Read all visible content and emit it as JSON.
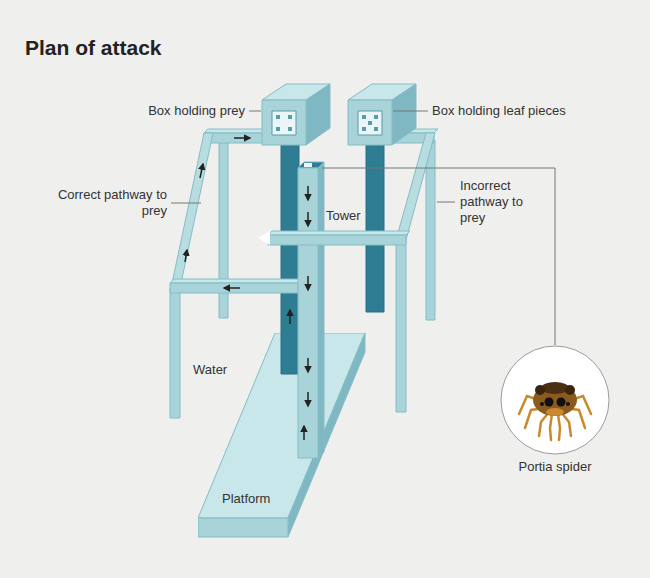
{
  "diagram": {
    "title": "Plan of attack",
    "nodes": [
      {
        "text": [
          "Platform"
        ]
      },
      {
        "text": [
          "Portia spider"
        ]
      }
    ],
    "labels": [
      "Box holding prey",
      "Box holding leaf pieces",
      "Correct pathway to prey",
      "Incorrect pathway to prey",
      "Tower",
      "Water"
    ]
  }
}
